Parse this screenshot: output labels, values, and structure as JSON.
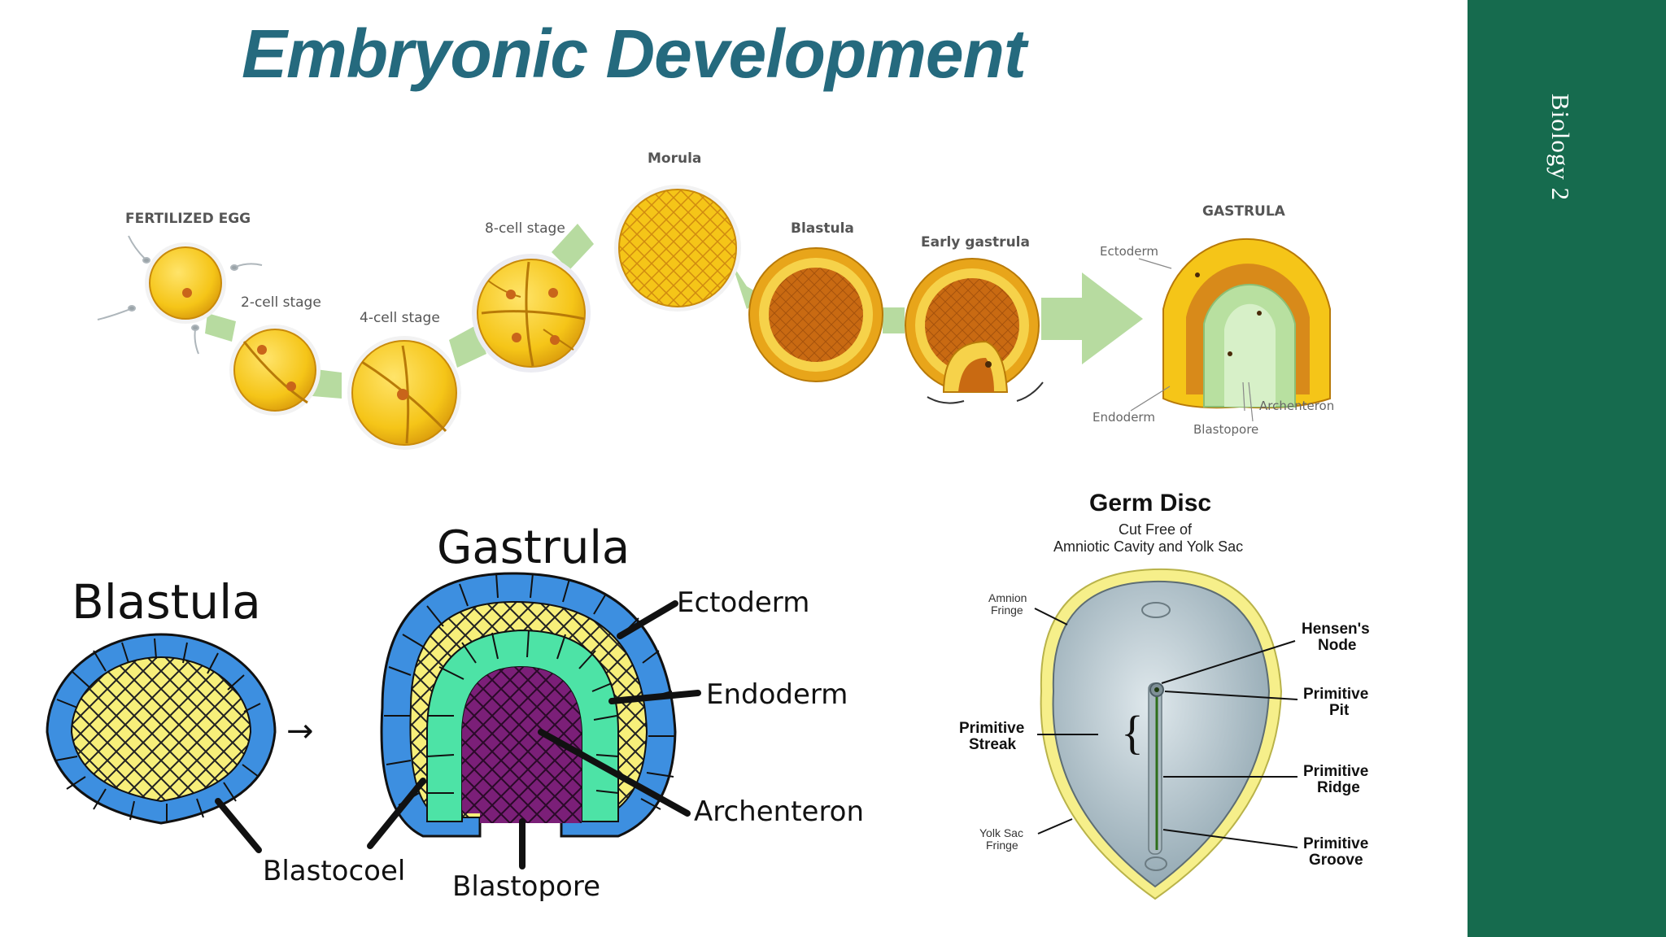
{
  "slide": {
    "title": "Embryonic Development",
    "side_label": "Biology 2"
  },
  "top_diagram": {
    "fertilized_egg": "FERTILIZED EGG",
    "two_cell": "2-cell stage",
    "four_cell": "4-cell stage",
    "eight_cell": "8-cell stage",
    "morula": "Morula",
    "blastula": "Blastula",
    "early_gastrula": "Early gastrula",
    "gastrula": "GASTRULA",
    "ectoderm": "Ectoderm",
    "endoderm": "Endoderm",
    "archenteron": "Archenteron",
    "blastopore": "Blastopore"
  },
  "bottom_left": {
    "blastula_title": "Blastula",
    "gastrula_title": "Gastrula",
    "blastocoel": "Blastocoel",
    "blastopore": "Blastopore",
    "ectoderm": "Ectoderm",
    "endoderm": "Endoderm",
    "archenteron": "Archenteron",
    "arrow": "→"
  },
  "germ_disc": {
    "title": "Germ Disc",
    "subtitle1": "Cut Free of",
    "subtitle2": "Amniotic Cavity and Yolk Sac",
    "amnion_fringe1": "Amnion",
    "amnion_fringe2": "Fringe",
    "yolk_sac_fringe1": "Yolk Sac",
    "yolk_sac_fringe2": "Fringe",
    "hensens_node1": "Hensen's",
    "hensens_node2": "Node",
    "primitive_pit1": "Primitive",
    "primitive_pit2": "Pit",
    "primitive_streak1": "Primitive",
    "primitive_streak2": "Streak",
    "primitive_ridge1": "Primitive",
    "primitive_ridge2": "Ridge",
    "primitive_groove1": "Primitive",
    "primitive_groove2": "Groove",
    "brace": "{"
  },
  "colors": {
    "title": "#256a7e",
    "sidebar": "#166b4e",
    "egg_yellow": "#f5c518",
    "egg_orange": "#e09a12",
    "cell_blue": "#3d8fe0",
    "cell_yellow": "#f7ef7a",
    "cell_green": "#4de3a6",
    "cell_purple": "#7b1f78",
    "disc_grey": "#b9c8cf",
    "disc_rim": "#f6ef8a"
  }
}
